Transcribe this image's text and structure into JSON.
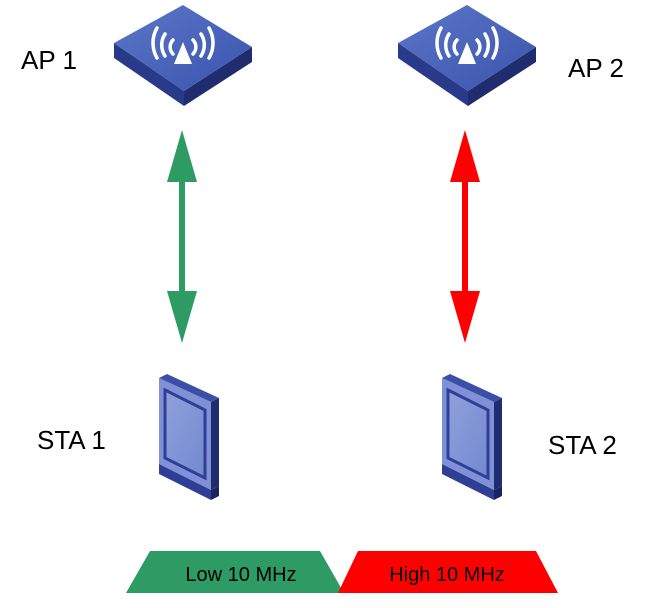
{
  "labels": {
    "ap1": "AP 1",
    "ap2": "AP 2",
    "sta1": "STA 1",
    "sta2": "STA 2"
  },
  "bands": {
    "low": "Low 10 MHz",
    "high": "High 10 MHz"
  },
  "colors": {
    "low_link": "#2e9a64",
    "high_link": "#ff0000",
    "device_blue": "#3b4fa6"
  },
  "icons": {
    "ap": "wireless-access-point-icon",
    "sta": "wireless-station-icon"
  }
}
